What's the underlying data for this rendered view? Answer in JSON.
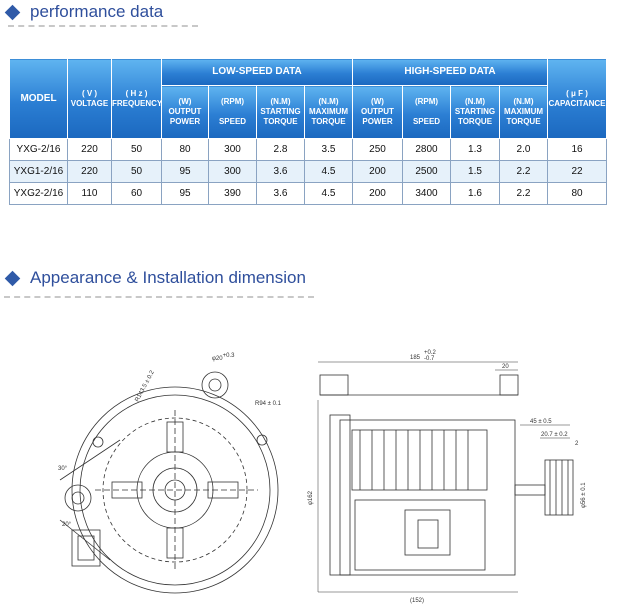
{
  "sections": {
    "performance_title": "performance data",
    "appearance_title": "Appearance & Installation dimension"
  },
  "table": {
    "headers": {
      "model": "MODEL",
      "voltage_unit": "( V )",
      "voltage": "VOLTAGE",
      "freq_unit": "( H z )",
      "frequency": "FREQUENCY",
      "low_group": "LOW-SPEED DATA",
      "high_group": "HIGH-SPEED DATA",
      "cap_unit": "( μ F )",
      "capacitance": "CAPACITANCE",
      "sub": [
        {
          "unit": "(W)",
          "l1": "OUTPUT",
          "l2": "POWER"
        },
        {
          "unit": "(RPM)",
          "l1": "",
          "l2": "SPEED"
        },
        {
          "unit": "(N.M)",
          "l1": "STARTING",
          "l2": "TORQUE"
        },
        {
          "unit": "(N.M)",
          "l1": "MAXIMUM",
          "l2": "TORQUE"
        },
        {
          "unit": "(W)",
          "l1": "OUTPUT",
          "l2": "POWER"
        },
        {
          "unit": "(RPM)",
          "l1": "",
          "l2": "SPEED"
        },
        {
          "unit": "(N.M)",
          "l1": "STARTING",
          "l2": "TORQUE"
        },
        {
          "unit": "(N.M)",
          "l1": "MAXIMUM",
          "l2": "TORQUE"
        }
      ]
    },
    "rows": [
      [
        "YXG-2/16",
        "220",
        "50",
        "80",
        "300",
        "2.8",
        "3.5",
        "250",
        "2800",
        "1.3",
        "2.0",
        "16"
      ],
      [
        "YXG1-2/16",
        "220",
        "50",
        "95",
        "300",
        "3.6",
        "4.5",
        "200",
        "2500",
        "1.5",
        "2.2",
        "22"
      ],
      [
        "YXG2-2/16",
        "110",
        "60",
        "95",
        "390",
        "3.6",
        "4.5",
        "200",
        "3400",
        "1.6",
        "2.2",
        "80"
      ]
    ]
  },
  "drawing": {
    "dims": {
      "d20": "φ20",
      "d20_tol": "+0.3",
      "r143": "R143.5 ± 0.2",
      "r94": "R94 ± 0.1",
      "a30": "30°",
      "a20": "20°",
      "d185": "185",
      "d185_tol_up": "+0.2",
      "d185_tol_dn": "-0.7",
      "d20b": "20",
      "d45": "45 ± 0.5",
      "d207": "20.7 ± 0.2",
      "d2": "2",
      "d162": "φ162",
      "d56": "φ56 ± 0.1",
      "d152": "(152)"
    }
  }
}
